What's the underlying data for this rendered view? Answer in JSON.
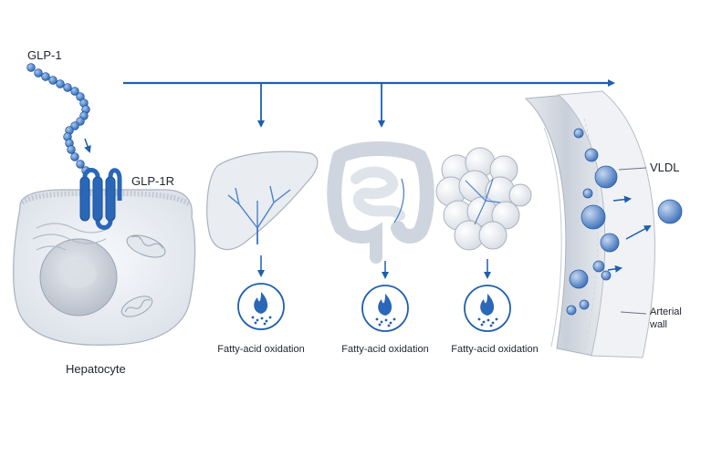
{
  "labels": {
    "ligand": "GLP-1",
    "receptor": "GLP-1R",
    "cell": "Hepatocyte",
    "vldl": "VLDL",
    "arterial_wall_line1": "Arterial",
    "arterial_wall_line2": "wall"
  },
  "oxidation": [
    {
      "label": "Fatty-acid oxidation"
    },
    {
      "label": "Fatty-acid oxidation"
    },
    {
      "label": "Fatty-acid oxidation"
    }
  ],
  "colors": {
    "accent": "#1f5fad",
    "accent_light": "#4d82c9",
    "tissue_fill": "#eef1f5",
    "tissue_stroke": "#a9b2bf",
    "text": "#1f2430"
  },
  "icons": [
    "flame-icon",
    "arrow-right-icon",
    "arrow-down-icon"
  ]
}
